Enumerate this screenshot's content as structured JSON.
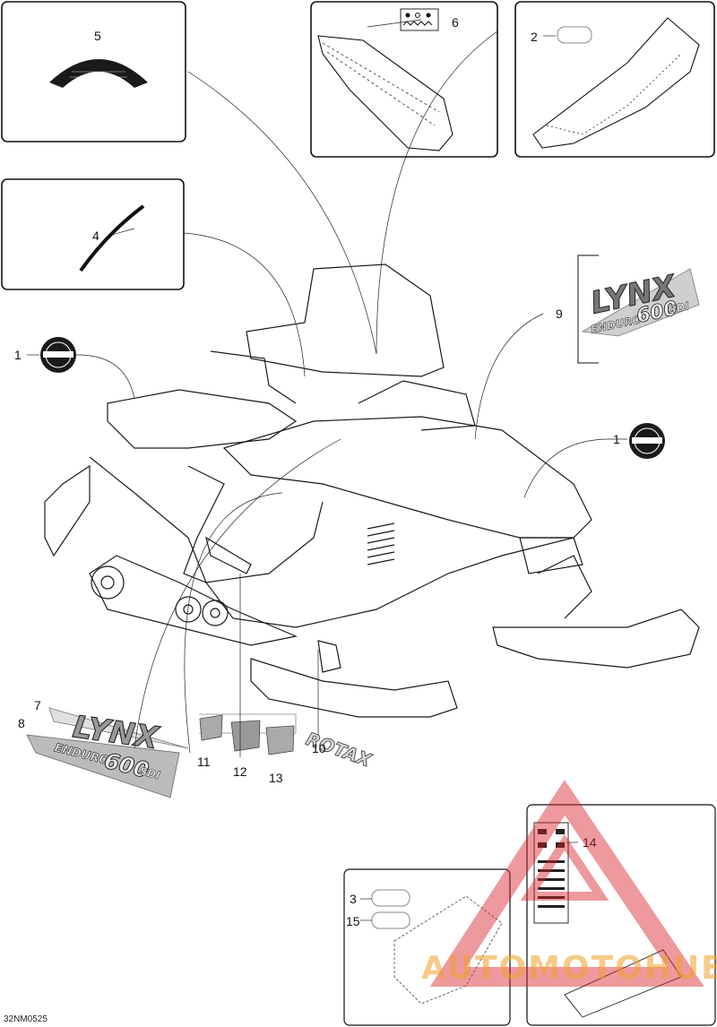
{
  "figure_code": "32NM0525",
  "callouts": {
    "c1a": "1",
    "c1b": "1",
    "c2": "2",
    "c3": "3",
    "c4": "4",
    "c5": "5",
    "c6": "6",
    "c7": "7",
    "c8": "8",
    "c9": "9",
    "c10": "10",
    "c11": "11",
    "c12": "12",
    "c13": "13",
    "c14": "14",
    "c15": "15"
  },
  "decals": {
    "lynx": "LYNX",
    "enduro": "ENDURO",
    "engine": "600",
    "sdi": "SDI",
    "rotax": "ROTAX"
  },
  "watermark": {
    "text": "AUTOMOTOHUB",
    "color": "#d8202a"
  },
  "line_color": "#1a1a1a"
}
